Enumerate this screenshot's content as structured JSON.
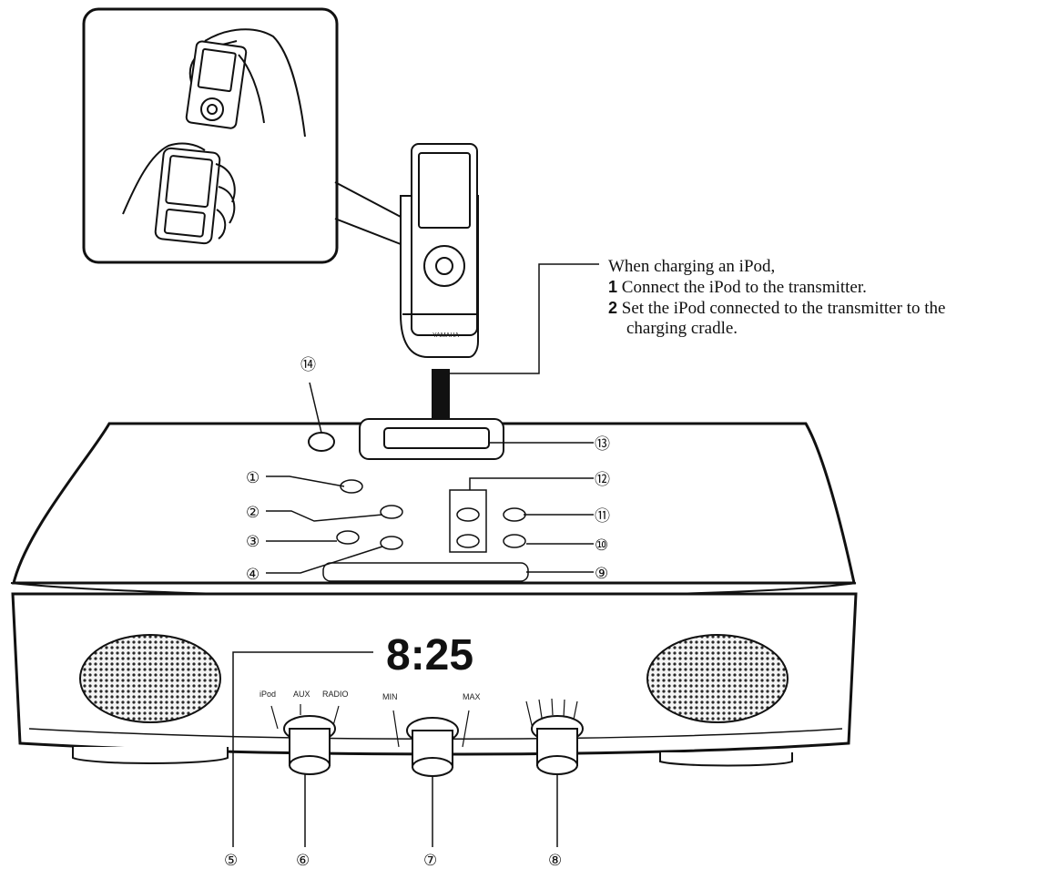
{
  "note": {
    "intro": "When charging an iPod,",
    "steps": [
      {
        "num": "1",
        "text": "Connect the iPod to the transmitter."
      },
      {
        "num": "2",
        "text": "Set the iPod connected to the transmitter to the",
        "text_cont": "charging cradle."
      }
    ]
  },
  "display": {
    "time": "8:25"
  },
  "callouts": [
    "①",
    "②",
    "③",
    "④",
    "⑤",
    "⑥",
    "⑦",
    "⑧",
    "⑨",
    "⑩",
    "⑪",
    "⑫",
    "⑬",
    "⑭"
  ],
  "knob_labels": {
    "source": [
      "iPod",
      "AUX",
      "RADIO"
    ],
    "volume": [
      "MIN",
      "MAX"
    ]
  },
  "colors": {
    "line": "#111111",
    "speaker": "#2a2a2a",
    "background": "#ffffff"
  }
}
